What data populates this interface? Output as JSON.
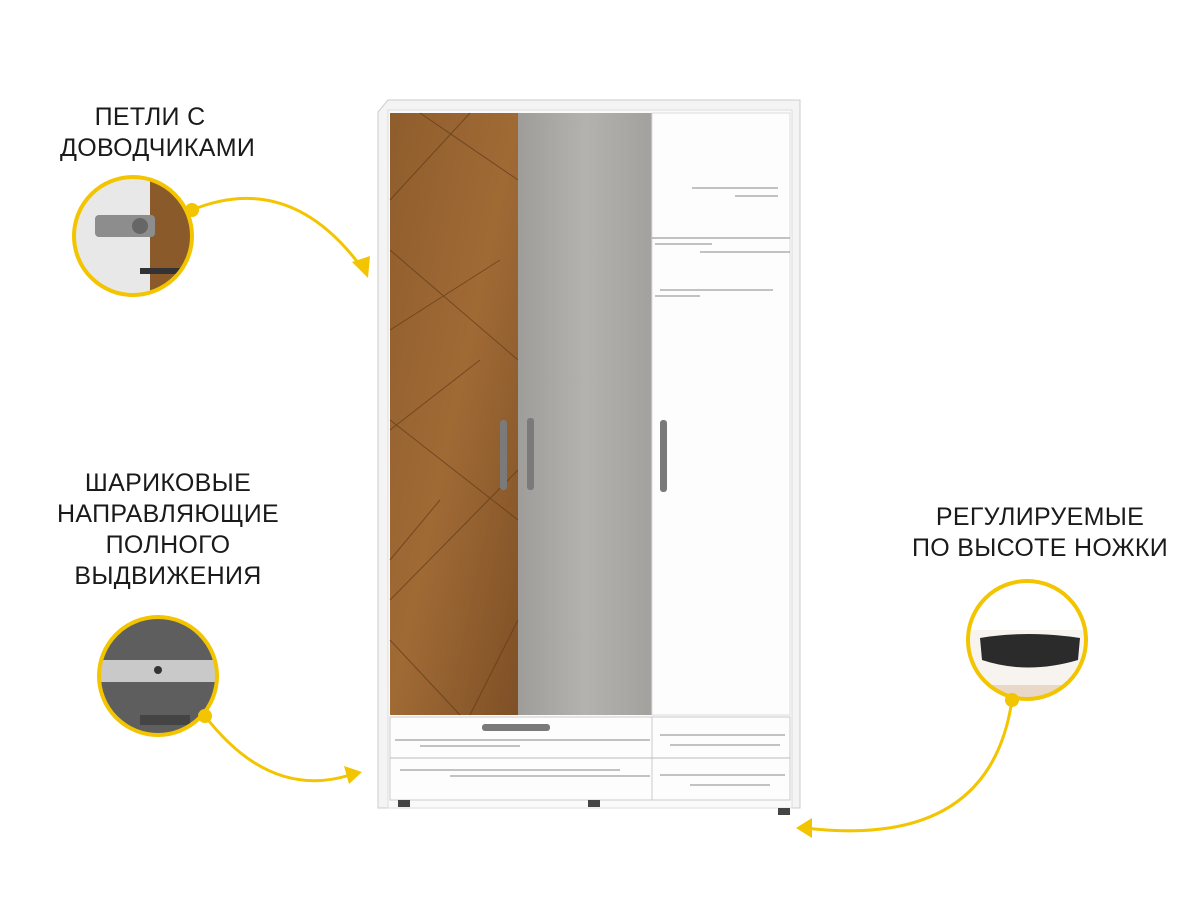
{
  "features": [
    {
      "lines": [
        "ПЕТЛИ С",
        "ДОВОДЧИКАМИ"
      ],
      "icon": "hinge-closeup"
    },
    {
      "lines": [
        "ШАРИКОВЫЕ",
        "НАПРАВЛЯЮЩИЕ",
        "ПОЛНОГО",
        "ВЫДВИЖЕНИЯ"
      ],
      "icon": "drawer-slide-closeup"
    },
    {
      "lines": [
        "РЕГУЛИРУЕМЫЕ",
        "ПО ВЫСОТЕ НОЖКИ"
      ],
      "icon": "adjustable-foot-closeup"
    }
  ],
  "colors": {
    "accent": "#f2c500",
    "wood": "#8a5a2b",
    "mirror": "#a9a8a4",
    "handle": "#7a7a7a"
  }
}
